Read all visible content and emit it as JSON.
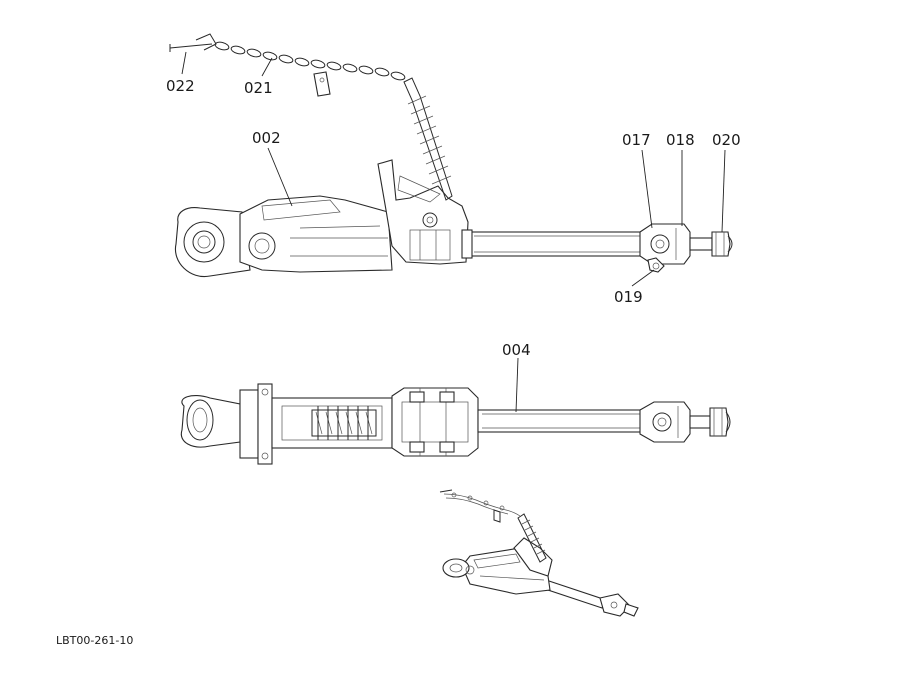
{
  "diagram": {
    "reference_code": "LBT00-261-10",
    "callouts": [
      {
        "id": "022",
        "label": "022"
      },
      {
        "id": "021",
        "label": "021"
      },
      {
        "id": "002",
        "label": "002"
      },
      {
        "id": "017",
        "label": "017"
      },
      {
        "id": "018",
        "label": "018"
      },
      {
        "id": "020",
        "label": "020"
      },
      {
        "id": "019",
        "label": "019"
      },
      {
        "id": "004",
        "label": "004"
      }
    ]
  }
}
